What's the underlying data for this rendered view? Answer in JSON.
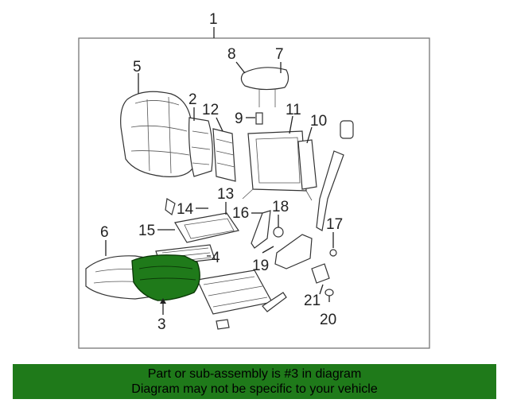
{
  "diagram": {
    "highlight_color": "#1f7a1a",
    "callouts": {
      "c1": "1",
      "c2": "2",
      "c3": "3",
      "c4": "4",
      "c5": "5",
      "c6": "6",
      "c7": "7",
      "c8": "8",
      "c9": "9",
      "c10": "10",
      "c11": "11",
      "c12": "12",
      "c13": "13",
      "c14": "14",
      "c15": "15",
      "c16": "16",
      "c17": "17",
      "c18": "18",
      "c19": "19",
      "c20": "20",
      "c21": "21"
    }
  },
  "banner": {
    "line1": "Part or sub-assembly is #3 in diagram",
    "line2": "Diagram may not be specific to your vehicle",
    "color": "#1f7a1a"
  }
}
